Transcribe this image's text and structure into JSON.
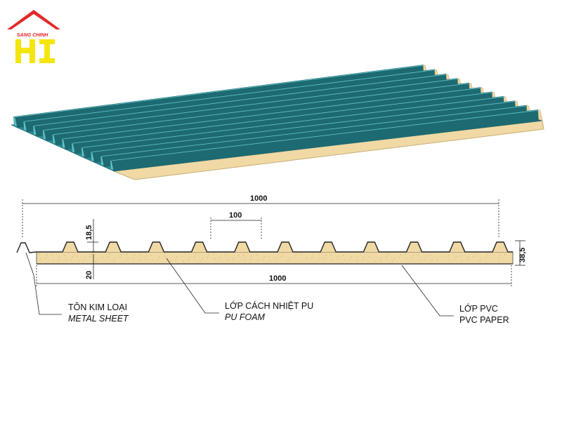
{
  "logo": {
    "text": "SANG CHINH",
    "colors": {
      "roof": "#e12a2a",
      "letters": "#f4e50f"
    }
  },
  "colors": {
    "sheet": "#2b8a93",
    "sheet_light": "#5fc1c5",
    "sheet_dark": "#1d6a72",
    "foam": "#f0d9a4",
    "foam_dark": "#c9ad72"
  },
  "dimensions": {
    "overall_width_top": "1000",
    "rib_pitch": "100",
    "rib_height": "18,5",
    "foam_thickness": "20",
    "total_thickness": "38,5",
    "overall_width_bottom": "1000"
  },
  "labels": {
    "metal_sheet_vi": "TÔN KIM LOẠI",
    "metal_sheet_en": "METAL SHEET",
    "pu_foam_vi": "LỚP CÁCH NHIỆT PU",
    "pu_foam_en": "PU FOAM",
    "pvc_vi": "LỚP PVC",
    "pvc_en": "PVC PAPER"
  },
  "rib_count": 11
}
